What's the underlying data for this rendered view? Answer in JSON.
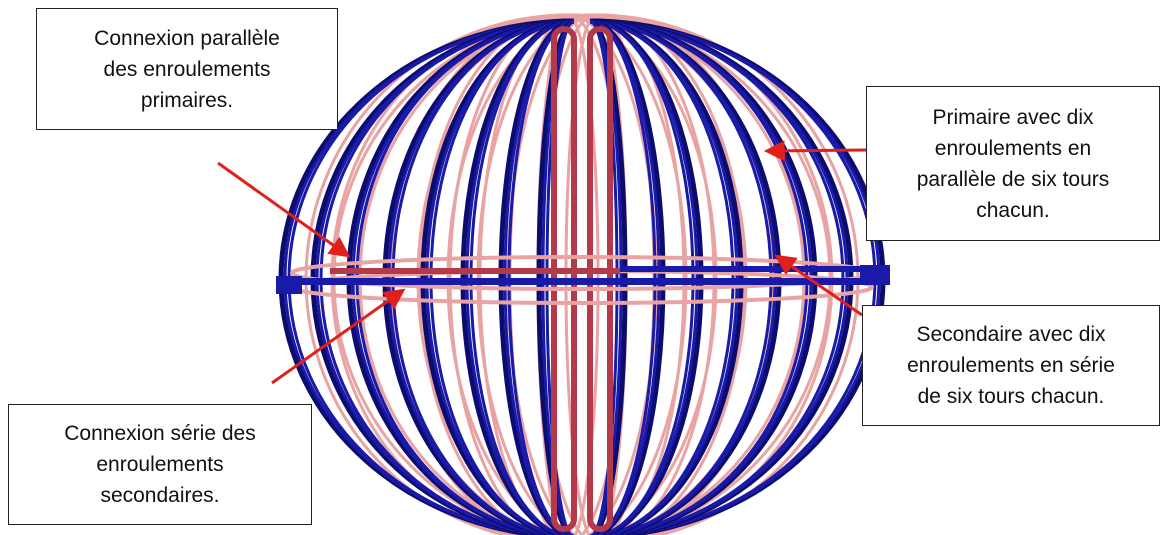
{
  "annotations": {
    "primary_parallel": [
      "Connexion parallèle",
      "des enroulements",
      "primaires."
    ],
    "primary_winding": [
      "Primaire avec dix",
      "enroulements en",
      "parallèle de six tours",
      "chacun."
    ],
    "secondary_winding": [
      "Secondaire avec dix",
      "enroulements en série",
      "de six tours chacun."
    ],
    "secondary_series": [
      "Connexion série des",
      "enroulements",
      "secondaires."
    ]
  },
  "colors": {
    "primary_coil": "#1a1aa8",
    "primary_coil_dark": "#0c0c6e",
    "secondary_coil": "#e9a3a3",
    "secondary_coil_dark": "#b23a4a",
    "arrow": "#e0201b"
  }
}
